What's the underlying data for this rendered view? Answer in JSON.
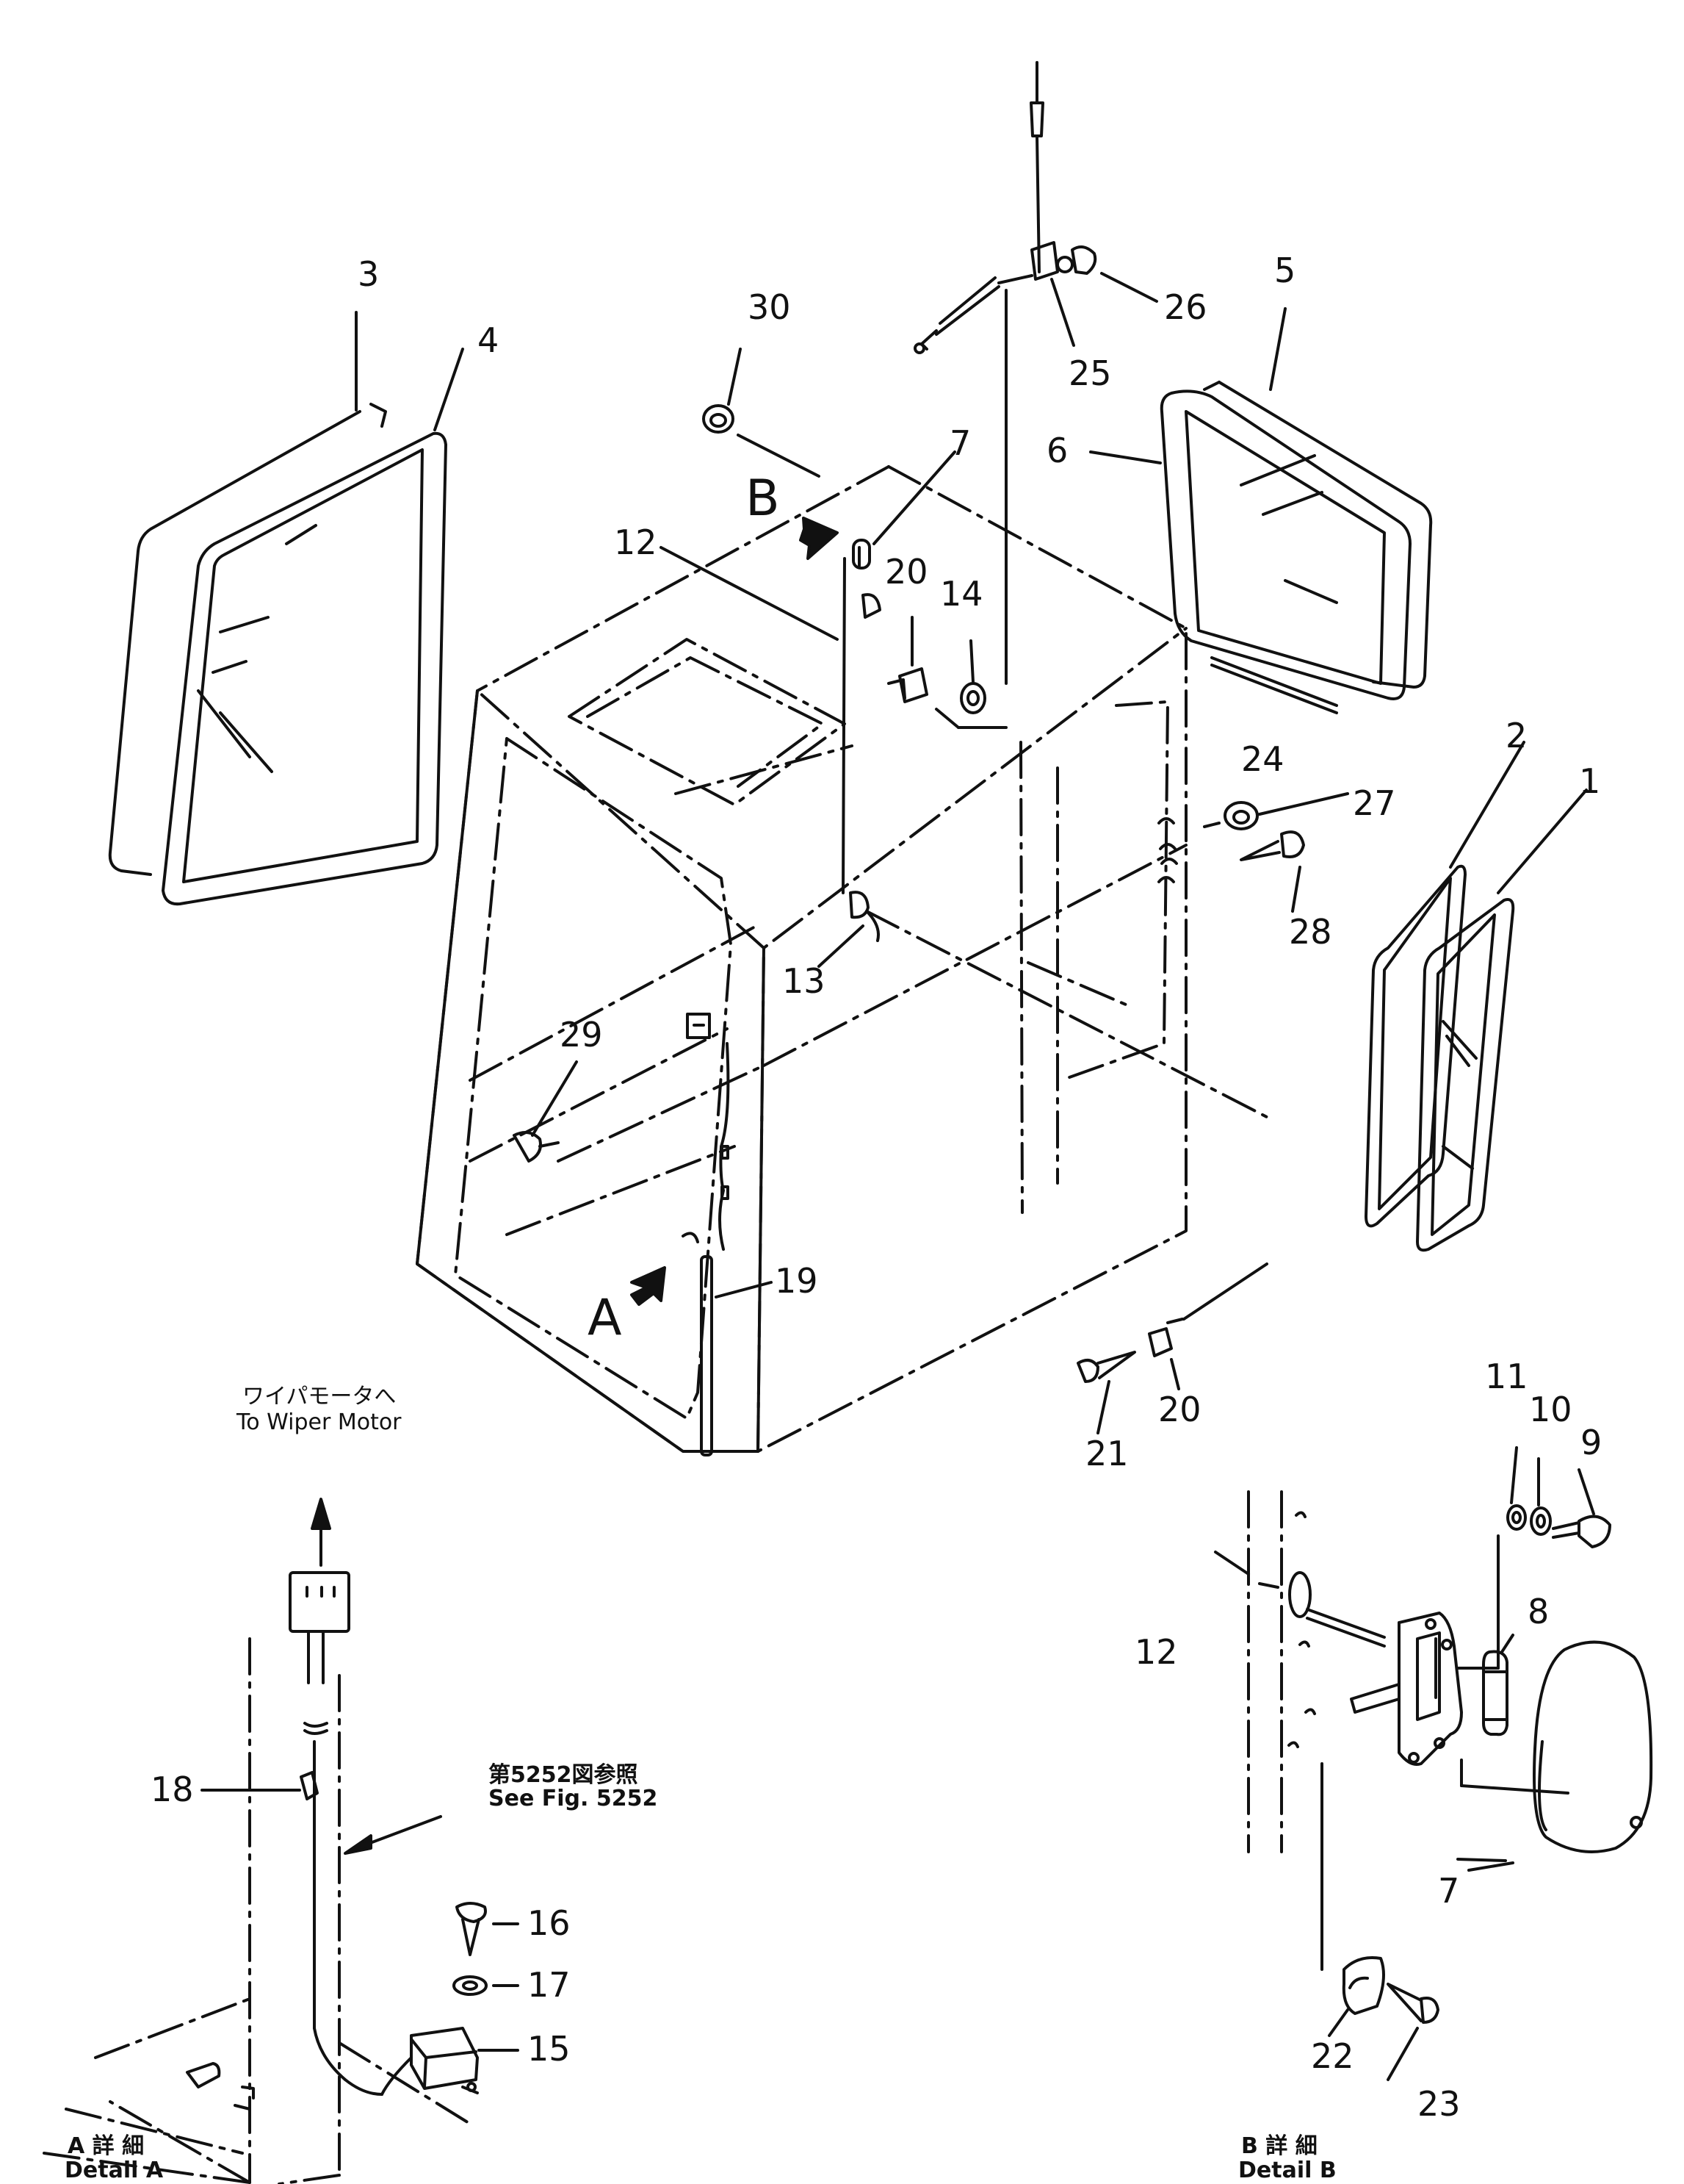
{
  "callouts": [
    {
      "id": "1",
      "text": "1"
    },
    {
      "id": "2",
      "text": "2"
    },
    {
      "id": "3",
      "text": "3"
    },
    {
      "id": "4",
      "text": "4"
    },
    {
      "id": "5",
      "text": "5"
    },
    {
      "id": "6",
      "text": "6"
    },
    {
      "id": "7a",
      "text": "7"
    },
    {
      "id": "7b",
      "text": "7"
    },
    {
      "id": "8",
      "text": "8"
    },
    {
      "id": "9",
      "text": "9"
    },
    {
      "id": "10",
      "text": "10"
    },
    {
      "id": "11",
      "text": "11"
    },
    {
      "id": "12a",
      "text": "12"
    },
    {
      "id": "12b",
      "text": "12"
    },
    {
      "id": "13",
      "text": "13"
    },
    {
      "id": "14",
      "text": "14"
    },
    {
      "id": "15",
      "text": "15"
    },
    {
      "id": "16",
      "text": "16"
    },
    {
      "id": "17",
      "text": "17"
    },
    {
      "id": "18",
      "text": "18"
    },
    {
      "id": "19",
      "text": "19"
    },
    {
      "id": "20a",
      "text": "20"
    },
    {
      "id": "20b",
      "text": "20"
    },
    {
      "id": "21",
      "text": "21"
    },
    {
      "id": "22",
      "text": "22"
    },
    {
      "id": "23",
      "text": "23"
    },
    {
      "id": "24",
      "text": "24"
    },
    {
      "id": "25",
      "text": "25"
    },
    {
      "id": "26",
      "text": "26"
    },
    {
      "id": "27",
      "text": "27"
    },
    {
      "id": "28",
      "text": "28"
    },
    {
      "id": "29",
      "text": "29"
    },
    {
      "id": "30",
      "text": "30"
    }
  ],
  "view_markers": {
    "a": "A",
    "b": "B"
  },
  "notes": {
    "wiper_jp": "ワイパモータへ",
    "wiper_en": "To Wiper Motor",
    "fig_jp": "第5252図参照",
    "fig_en": "See Fig. 5252",
    "detail_a_jp": "A 詳 細",
    "detail_a_en": "Detail A",
    "detail_b_jp": "B 詳 細",
    "detail_b_en": "Detail B"
  }
}
